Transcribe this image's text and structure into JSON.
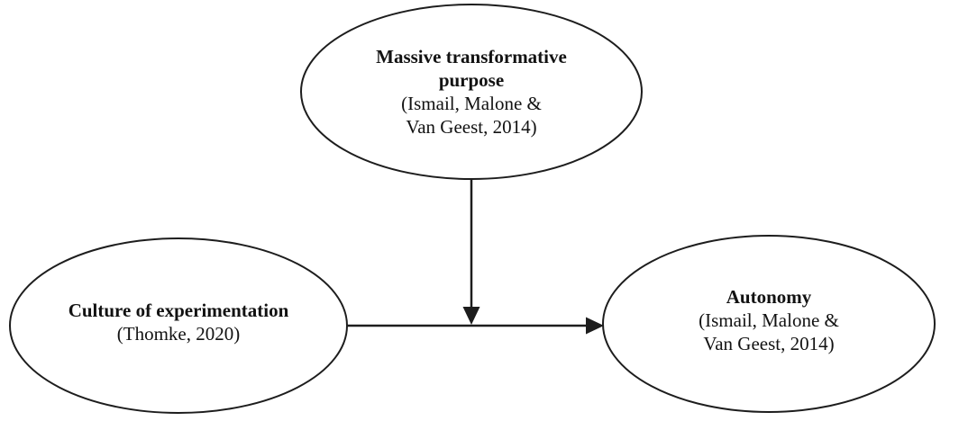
{
  "diagram": {
    "type": "concept-model",
    "background_color": "#ffffff",
    "stroke_color": "#1d1d1d",
    "text_color": "#121212",
    "nodes": [
      {
        "id": "massive-transformative-purpose",
        "title_lines": [
          "Massive transformative",
          "purpose"
        ],
        "citation_lines": [
          "(Ismail, Malone &",
          "Van Geest, 2014)"
        ]
      },
      {
        "id": "culture-of-experimentation",
        "title_lines": [
          "Culture of experimentation"
        ],
        "citation_lines": [
          "(Thomke, 2020)"
        ]
      },
      {
        "id": "autonomy",
        "title_lines": [
          "Autonomy"
        ],
        "citation_lines": [
          "(Ismail, Malone &",
          "Van Geest, 2014)"
        ]
      }
    ],
    "edges": [
      {
        "from": "culture-of-experimentation",
        "to": "autonomy",
        "style": "solid-arrow"
      },
      {
        "from": "massive-transformative-purpose",
        "to": "culture-autonomy-arrow",
        "style": "solid-arrow"
      }
    ]
  }
}
